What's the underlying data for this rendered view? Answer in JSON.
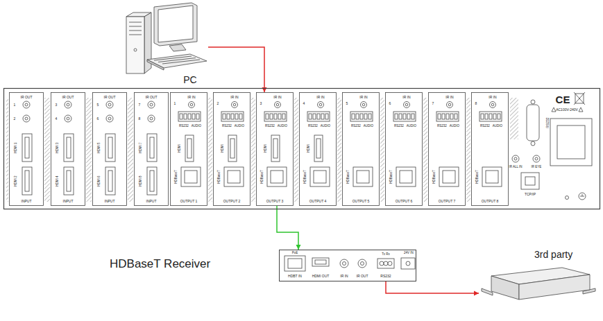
{
  "diagram": {
    "nodes": [
      {
        "text": [
          "PC"
        ]
      },
      {
        "text": [
          "RS232",
          "IR ALL IN",
          "IR EYE",
          "TCP/IP",
          "CE",
          "AC100V-240V"
        ]
      },
      {
        "text": [
          "IR OUT",
          "1",
          "2",
          "HDMI 1",
          "HDMI 2",
          "INPUT"
        ],
        "in": 1
      },
      {
        "text": [
          "IR OUT",
          "3",
          "4",
          "HDMI 3",
          "HDMI 4",
          "INPUT"
        ],
        "in": 1
      },
      {
        "text": [
          "IR OUT",
          "5",
          "6",
          "HDMI 5",
          "HDMI 6",
          "INPUT"
        ],
        "in": 1
      },
      {
        "text": [
          "IR OUT",
          "7",
          "8",
          "HDMI 7",
          "HDMI 8",
          "INPUT"
        ],
        "in": 1
      },
      {
        "text": [
          "IR IN",
          "1",
          "RS232",
          "AUDIO",
          "HDBaseT",
          "OUTPUT 1",
          "HDMI"
        ],
        "in": 1
      },
      {
        "text": [
          "IR IN",
          "2",
          "RS232",
          "AUDIO",
          "HDBaseT",
          "OUTPUT 2",
          "HDMI"
        ],
        "in": 1
      },
      {
        "text": [
          "IR IN",
          "3",
          "RS232",
          "AUDIO",
          "HDBaseT",
          "OUTPUT 3",
          "HDMI"
        ],
        "in": 1
      },
      {
        "text": [
          "IR IN",
          "4",
          "RS232",
          "AUDIO",
          "HDBaseT",
          "OUTPUT 4",
          "HDMI"
        ],
        "in": 1
      },
      {
        "text": [
          "IR IN",
          "5",
          "RS232",
          "AUDIO",
          "HDBaseT",
          "OUTPUT 5"
        ],
        "in": 1
      },
      {
        "text": [
          "IR IN",
          "6",
          "RS232",
          "AUDIO",
          "HDBaseT",
          "OUTPUT 6"
        ],
        "in": 1
      },
      {
        "text": [
          "IR IN",
          "7",
          "RS232",
          "AUDIO",
          "HDBaseT",
          "OUTPUT 7"
        ],
        "in": 1
      },
      {
        "text": [
          "IR IN",
          "8",
          "RS232",
          "AUDIO",
          "HDBaseT",
          "OUTPUT 8"
        ],
        "in": 1
      },
      {
        "text": [
          "HDBaseT Receiver",
          "PoE",
          "HDBT IN",
          "HDMI OUT",
          "IR IN",
          "IR OUT",
          "Tx Rx",
          "RS232",
          "24V IN"
        ]
      },
      {
        "text": [
          "3rd party"
        ]
      }
    ],
    "edges": [
      {
        "from": 0,
        "to": 8,
        "arrow": "to"
      },
      {
        "from": 8,
        "to": 14,
        "arrow": "to"
      },
      {
        "from": 14,
        "to": 15,
        "arrow": "to"
      }
    ]
  }
}
